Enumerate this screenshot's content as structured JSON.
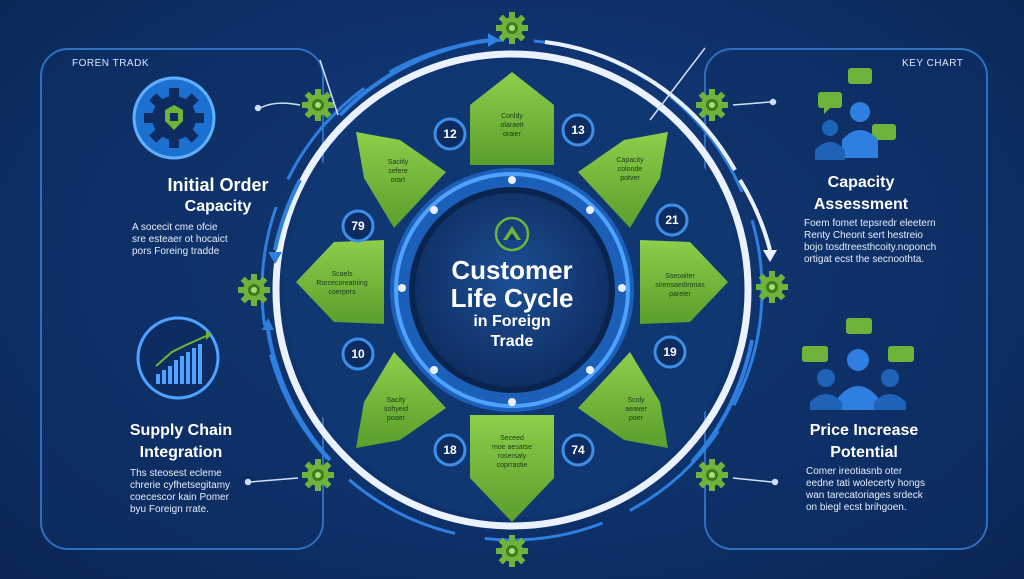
{
  "corner_labels": {
    "left": "FOREN TRADK",
    "right": "KEY CHART"
  },
  "center": {
    "line1": "Customer",
    "line2": "Life Cycle",
    "line3": "in Foreign",
    "line4": "Trade"
  },
  "left_top": {
    "title_line1": "Initial Order",
    "title_line2": "Capacity",
    "body": [
      "A socecit cme ofcie",
      "sre esteaer ot hocaict",
      "pors Foreing tradde"
    ]
  },
  "left_bottom": {
    "title_line1": "Supply Chain",
    "title_line2": "Integration",
    "body": [
      "Ths steosest ecleme",
      "chrerie cyfhetsegitamy",
      "coecescor kain Pomer",
      "byu Foreign rrate."
    ]
  },
  "right_top": {
    "title_line1": "Capacity",
    "title_line2": "Assessment",
    "body": [
      "Foem fomet tepsredr eleetern",
      "Renty Cheont sert hestreio",
      "bojo tosdtreesthcoity.noponch",
      "ortigat ecst the secnoothta."
    ]
  },
  "right_bottom": {
    "title_line1": "Price Increase",
    "title_line2": "Potential",
    "body": [
      "Comer ireotiasnb oter",
      "eedne tati wolecerty hongs",
      "wan tarecatoriages srdeck",
      "on biegl ecst brihgoen."
    ]
  },
  "numbers": [
    "12",
    "13",
    "21",
    "19",
    "74",
    "18",
    "10",
    "79"
  ],
  "petals": [
    {
      "lines": [
        "Conldy",
        "olaraeit",
        "oraier"
      ]
    },
    {
      "lines": [
        "Capacity",
        "colonde",
        "potver"
      ]
    },
    {
      "lines": [
        "Sseoaiter",
        "sirensaedirorias",
        "pareier"
      ]
    },
    {
      "lines": [
        "Scoly",
        "aeaver",
        "poer"
      ]
    },
    {
      "lines": [
        "Seceed",
        "moe aesatse",
        "rosersaly",
        "coprrastie"
      ]
    },
    {
      "lines": [
        "Sacity",
        "sohyeid",
        "poaer"
      ]
    },
    {
      "lines": [
        "Scaels",
        "Rorcecoreatning",
        "coerpers"
      ]
    },
    {
      "lines": [
        "Sacitly",
        "sefere",
        "orart"
      ]
    }
  ],
  "colors": {
    "navy": "#0b2a5a",
    "ring": "#2f7fe0",
    "green": "#6fb43a",
    "white": "#ffffff"
  },
  "icons": [
    "gear-shield-icon",
    "bar-chart-icon",
    "chat-people-icon",
    "gear-icon",
    "leaf-icon"
  ]
}
